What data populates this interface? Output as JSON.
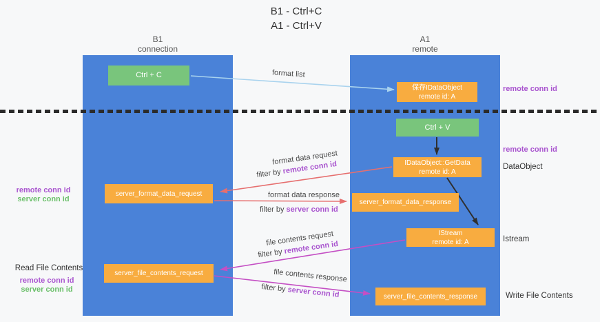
{
  "title": {
    "line1": "B1 - Ctrl+C",
    "line2": "A1 - Ctrl+V"
  },
  "lanes": {
    "left": {
      "name": "B1",
      "subtitle": "connection"
    },
    "right": {
      "name": "A1",
      "subtitle": "remote"
    }
  },
  "nodes": {
    "ctrl_c": {
      "label": "Ctrl + C"
    },
    "saved_dataobject": {
      "title": "保存IDataObject",
      "subtitle": "remote id: A"
    },
    "ctrl_v": {
      "label": "Ctrl + V"
    },
    "getdata": {
      "title": "IDataObject::GetData",
      "subtitle": "remote id: A"
    },
    "format_request": {
      "label": "server_format_data_request"
    },
    "format_response": {
      "label": "server_format_data_response"
    },
    "istream": {
      "title": "IStream",
      "subtitle": "remote id: A"
    },
    "file_request": {
      "label": "server_file_contents_request"
    },
    "file_response": {
      "label": "server_file_contents_response"
    }
  },
  "labels": {
    "format_list": "format list",
    "format_data_request": "format data request",
    "format_data_response": "format data response",
    "file_contents_request": "file contents request",
    "file_contents_response": "file contents response",
    "filter_by": "filter by",
    "remote_conn_id": "remote conn id",
    "server_conn_id": "server conn id",
    "read_file_contents": "Read File Contents",
    "write_file_contents": "Write File Contents",
    "dataobject": "DataObject",
    "istream": "Istream"
  },
  "colors": {
    "lane_blue": "#4a82d8",
    "node_orange": "#f8ac40",
    "node_green": "#79c57c",
    "arrow_red": "#e66f6f",
    "arrow_magenta": "#c44fc4",
    "arrow_light_blue": "#a9d3ee",
    "arrow_black": "#2f2f2f",
    "highlight_purple": "#a955cf",
    "highlight_green": "#6abf69"
  }
}
